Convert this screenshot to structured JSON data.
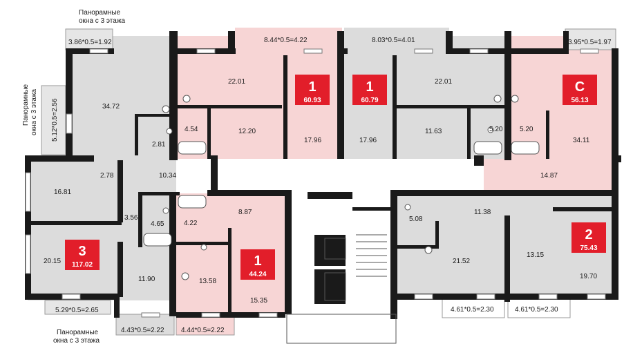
{
  "colors": {
    "grey_room": "#dcdcdc",
    "pink_room": "#f7d5d5",
    "wall": "#1a1a1a",
    "badge": "#e21e2a",
    "balcony": "#e6e6e6"
  },
  "captions": {
    "top_left": [
      "Панорамные",
      "окна с 3 этажа"
    ],
    "left_side": [
      "Панорамные",
      "окна с 3 этажа"
    ],
    "bottom_left": [
      "Панорамные",
      "окна с 3 этажа"
    ]
  },
  "balconies": {
    "b1": "3.86*0.5=1.92",
    "b2": "8.44*0.5=4.22",
    "b3": "8.03*0.5=4.01",
    "b4": "3.95*0.5=1.97",
    "b5": "5.12*0.5=2.56",
    "b6": "5.29*0.5=2.65",
    "b7": "4.43*0.5=2.22",
    "b8": "4.44*0.5=2.22",
    "b9": "4.61*0.5=2.30",
    "b10": "4.61*0.5=2.30"
  },
  "rooms": {
    "r_34_72": "34.72",
    "r_22_01a": "22.01",
    "r_22_01b": "22.01",
    "r_4_54": "4.54",
    "r_12_20": "12.20",
    "r_17_96a": "17.96",
    "r_17_96b": "17.96",
    "r_11_63": "11.63",
    "r_5_20a": "5.20",
    "r_5_20b": "5.20",
    "r_34_11": "34.11",
    "r_2_81": "2.81",
    "r_2_78": "2.78",
    "r_10_34": "10.34",
    "r_16_81": "16.81",
    "r_14_87": "14.87",
    "r_3_56": "3.56",
    "r_4_65": "4.65",
    "r_4_22": "4.22",
    "r_8_87": "8.87",
    "r_5_08": "5.08",
    "r_11_38": "11.38",
    "r_20_15": "20.15",
    "r_11_90": "11.90",
    "r_13_58": "13.58",
    "r_15_35": "15.35",
    "r_21_52": "21.52",
    "r_13_15": "13.15",
    "r_19_70": "19.70"
  },
  "apartments": [
    {
      "id": "apt-a",
      "rooms": "1",
      "area": "60.93"
    },
    {
      "id": "apt-b",
      "rooms": "1",
      "area": "60.79"
    },
    {
      "id": "apt-c",
      "rooms": "С",
      "area": "56.13"
    },
    {
      "id": "apt-d",
      "rooms": "3",
      "area": "117.02"
    },
    {
      "id": "apt-e",
      "rooms": "1",
      "area": "44.24"
    },
    {
      "id": "apt-f",
      "rooms": "2",
      "area": "75.43"
    }
  ]
}
